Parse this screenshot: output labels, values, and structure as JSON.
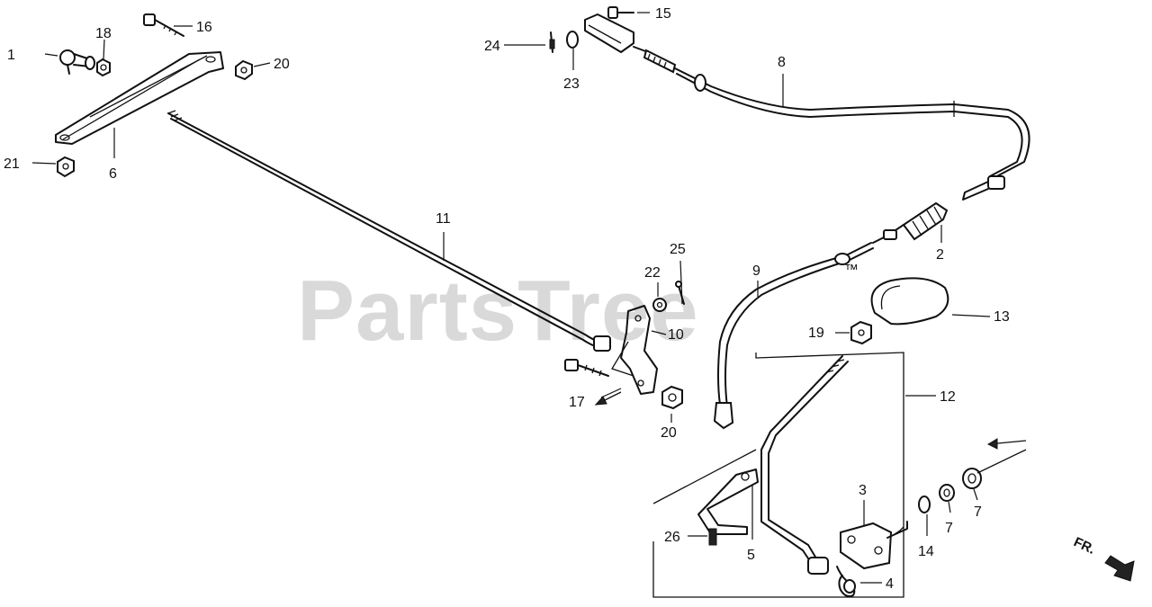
{
  "watermark": "PartsTree",
  "watermark_mark": "™",
  "direction_label": "FR.",
  "callouts": {
    "c1": "1",
    "c2": "2",
    "c3": "3",
    "c4": "4",
    "c5": "5",
    "c6": "6",
    "c7a": "7",
    "c7b": "7",
    "c8": "8",
    "c9": "9",
    "c10": "10",
    "c11": "11",
    "c12": "12",
    "c13": "13",
    "c14": "14",
    "c15": "15",
    "c16": "16",
    "c17": "17",
    "c18": "18",
    "c19": "19",
    "c20a": "20",
    "c20b": "20",
    "c21": "21",
    "c22": "22",
    "c23": "23",
    "c24": "24",
    "c25": "25",
    "c26": "26"
  }
}
